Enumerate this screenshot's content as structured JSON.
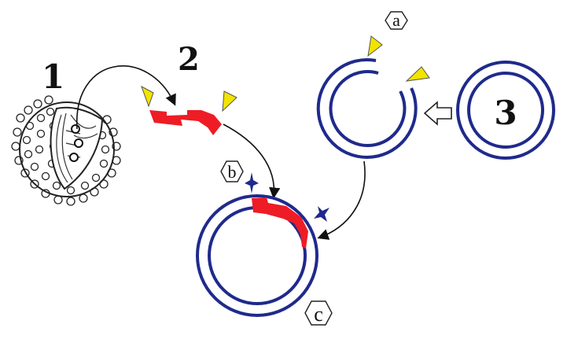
{
  "labels": {
    "step1": "1",
    "step2": "2",
    "step3": "3",
    "a": "a",
    "b": "b",
    "c": "c"
  },
  "colors": {
    "plasmid": "#1f2a8c",
    "insert": "#ee1c25",
    "enzyme": "#f2e400",
    "arrow": "#111111"
  },
  "icons": {
    "enzyme_site": "yellow-triangle",
    "marker": "blue-four-point-star",
    "block_arrow": "hollow-arrow-left"
  }
}
